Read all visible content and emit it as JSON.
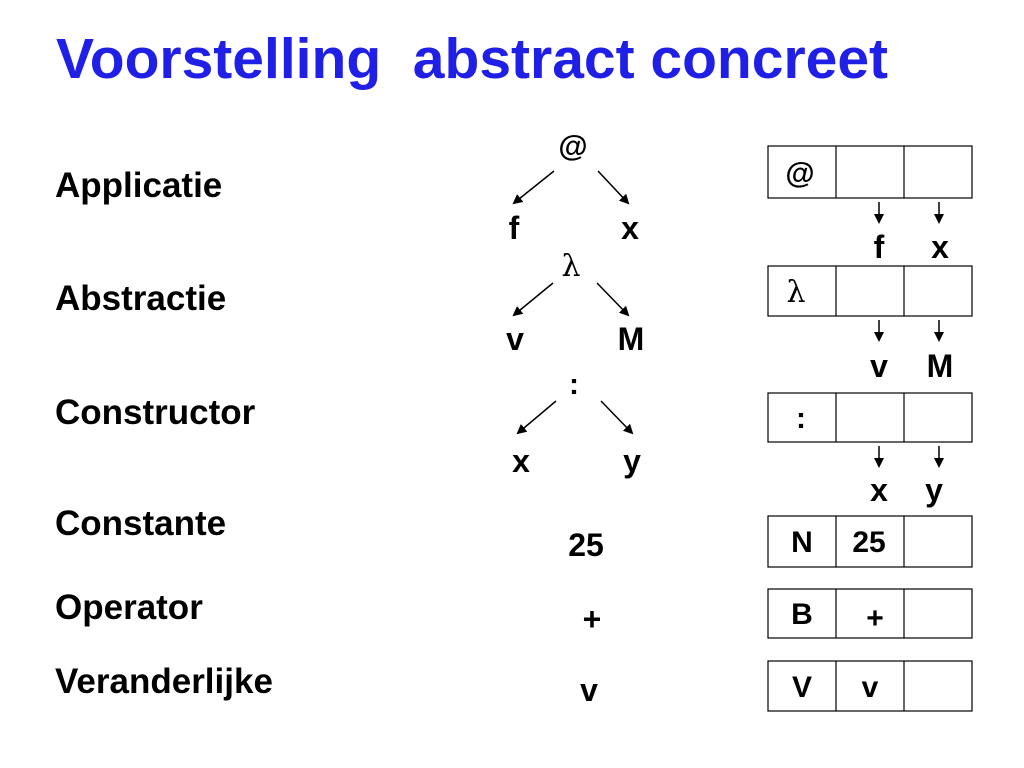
{
  "title": "Voorstelling  abstract concreet",
  "rows": [
    {
      "label": "Applicatie",
      "tree": {
        "root": "@",
        "left": "f",
        "right": "x"
      },
      "cell": {
        "tag": "@",
        "fields": [
          "",
          ""
        ]
      },
      "children": [
        "f",
        "x"
      ]
    },
    {
      "label": "Abstractie",
      "tree": {
        "root": "λ",
        "left": "v",
        "right": "M"
      },
      "cell": {
        "tag": "λ",
        "fields": [
          "",
          ""
        ]
      },
      "children": [
        "v",
        "M"
      ]
    },
    {
      "label": "Constructor",
      "tree": {
        "root": ":",
        "left": "x",
        "right": "y"
      },
      "cell": {
        "tag": ":",
        "fields": [
          "",
          ""
        ]
      },
      "children": [
        "x",
        "y"
      ]
    },
    {
      "label": "Constante",
      "literal": "25",
      "cell": {
        "tag": "N",
        "fields": [
          "25",
          ""
        ]
      }
    },
    {
      "label": "Operator",
      "literal": "+",
      "cell": {
        "tag": "B",
        "fields": [
          "+",
          ""
        ]
      }
    },
    {
      "label": "Veranderlijke",
      "literal": "v",
      "cell": {
        "tag": "V",
        "fields": [
          "v",
          ""
        ]
      }
    }
  ]
}
